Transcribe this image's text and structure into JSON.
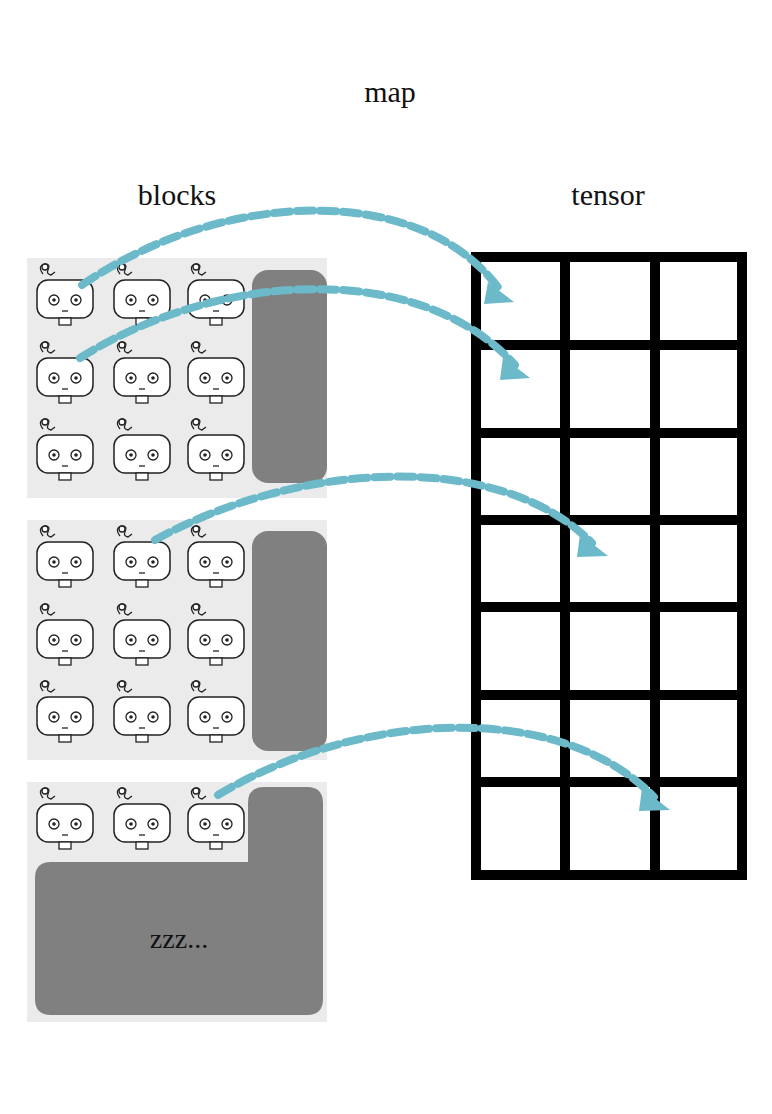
{
  "diagram": {
    "title": "map",
    "nodes": [
      {
        "text": [
          "zzz..."
        ]
      }
    ],
    "labels": [
      "blocks",
      "tensor"
    ]
  }
}
